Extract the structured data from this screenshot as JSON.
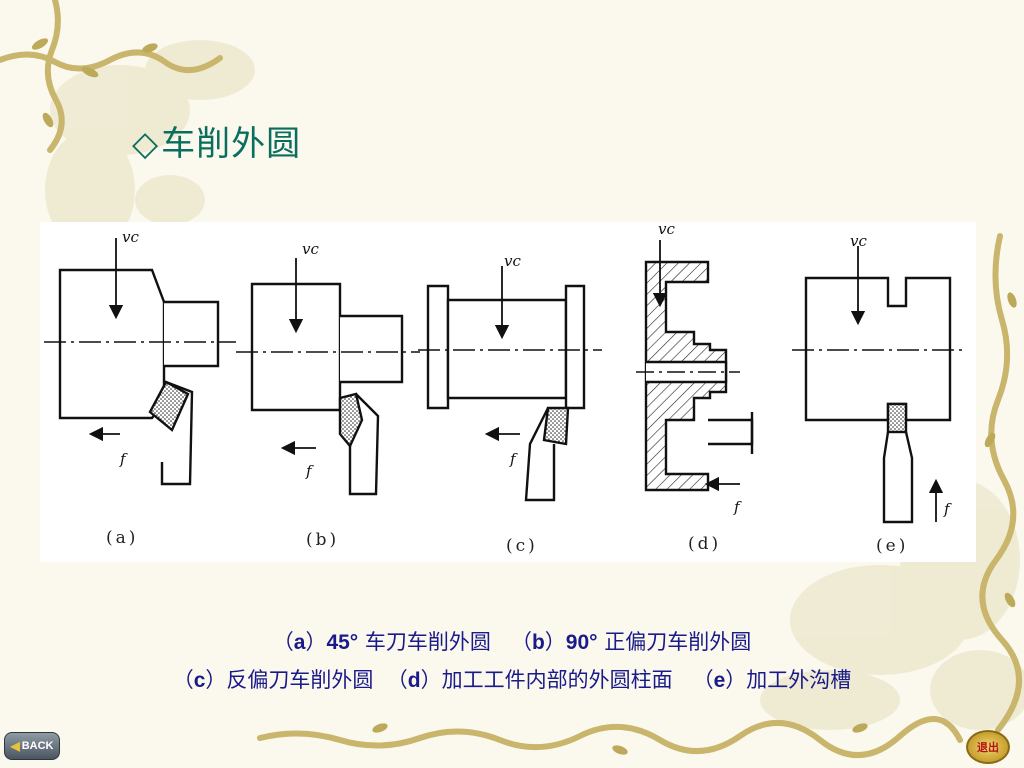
{
  "slide": {
    "title_mark": "◇",
    "title": "车削外圆"
  },
  "figure": {
    "labels": [
      "(a)",
      "(b)",
      "(c)",
      "(d)",
      "(e)"
    ],
    "velocity_symbol": "vc",
    "feed_symbol": "f"
  },
  "caption": {
    "line1": [
      {
        "open": "（",
        "letter": "a",
        "close": "）",
        "value": "45°",
        "text": "车刀车削外圆"
      },
      {
        "open": "（",
        "letter": "b",
        "close": "）",
        "value": "90°",
        "text": "正偏刀车削外圆"
      }
    ],
    "line2": [
      {
        "open": "（",
        "letter": "c",
        "close": "）",
        "text": "反偏刀车削外圆"
      },
      {
        "open": "（",
        "letter": "d",
        "close": "）",
        "text": "加工工件内部的外圆柱面"
      },
      {
        "open": "（",
        "letter": "e",
        "close": "）",
        "text": "加工外沟槽"
      }
    ]
  },
  "nav": {
    "back_label": "BACK",
    "exit_label": "退出"
  },
  "colors": {
    "title": "#0a6e5e",
    "caption": "#1a1a8a",
    "background": "#fbf9ee",
    "vine": "#c9b56c"
  }
}
